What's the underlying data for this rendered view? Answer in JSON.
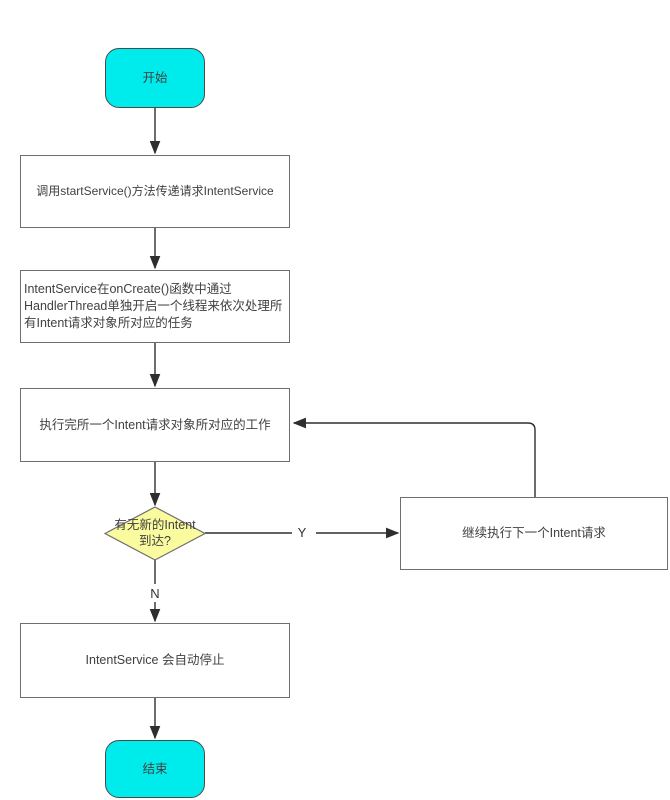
{
  "diagram": {
    "nodes": {
      "start": {
        "label": "开始"
      },
      "step1": {
        "label": "调用startService()方法传递请求IntentService"
      },
      "step2": {
        "lines": [
          "IntentService在onCreate()函数中通过",
          "HandlerThread单独开启一个线程来依次处理所",
          "有Intent请求对象所对应的任务"
        ]
      },
      "step3": {
        "label": "执行完所一个Intent请求对象所对应的工作"
      },
      "decision": {
        "lines": [
          "有无新的Intent",
          "到达?"
        ]
      },
      "continue": {
        "label": "继续执行下一个Intent请求"
      },
      "stop": {
        "label": "IntentService 会自动停止"
      },
      "end": {
        "label": "结束"
      }
    },
    "edges": {
      "yes_label": "Y",
      "no_label": "N"
    }
  },
  "colors": {
    "terminal_fill": "#00ebeb",
    "terminal_border": "#4a4a4a",
    "process_fill": "#ffffff",
    "shape_border": "#6e6e6e",
    "decision_fill": "#fafa9e",
    "line": "#2e2e2e",
    "text": "#414141",
    "label_text": "#333333"
  }
}
